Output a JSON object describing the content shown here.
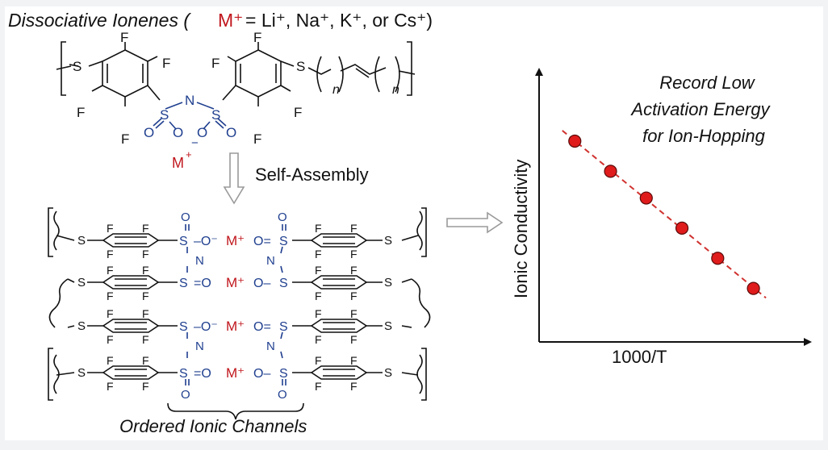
{
  "title": {
    "prefix": "Dissociative Ionenes (",
    "metal": "M⁺",
    "suffix": " = Li⁺, Na⁺, K⁺, or Cs⁺)"
  },
  "monomer": {
    "fluorine": "F",
    "sulfur": "S",
    "sulfonyl_s": "S",
    "sulfonyl_o": "O",
    "nitrogen": "N",
    "neg_charge": "−",
    "cation": "M",
    "cation_charge": "+",
    "subscript": "n"
  },
  "arrow_label": "Self-Assembly",
  "assembly": {
    "caption": "Ordered Ionic Channels",
    "oxygen_anion": "O⁻",
    "metal": "M⁺"
  },
  "chart_data": {
    "type": "scatter",
    "title": "Record Low Activation Energy for Ion-Hopping",
    "title_lines": [
      "Record Low",
      "Activation Energy",
      "for Ion-Hopping"
    ],
    "xlabel": "1000/T",
    "ylabel": "Ionic Conductivity",
    "x": [
      1,
      2,
      3,
      4,
      5,
      6
    ],
    "y": [
      6.0,
      5.1,
      4.3,
      3.4,
      2.5,
      1.6
    ],
    "xlim": [
      0,
      7.5
    ],
    "ylim": [
      0,
      8
    ],
    "trendline": {
      "style": "dashed",
      "color": "#d0322f"
    },
    "marker_color": "#e01b1b",
    "grid": false,
    "ticks": false
  },
  "colors": {
    "structure_blue": "#1f3f8f",
    "cation_red": "#c0161c",
    "arrow_gray": "#a9a9a9"
  }
}
